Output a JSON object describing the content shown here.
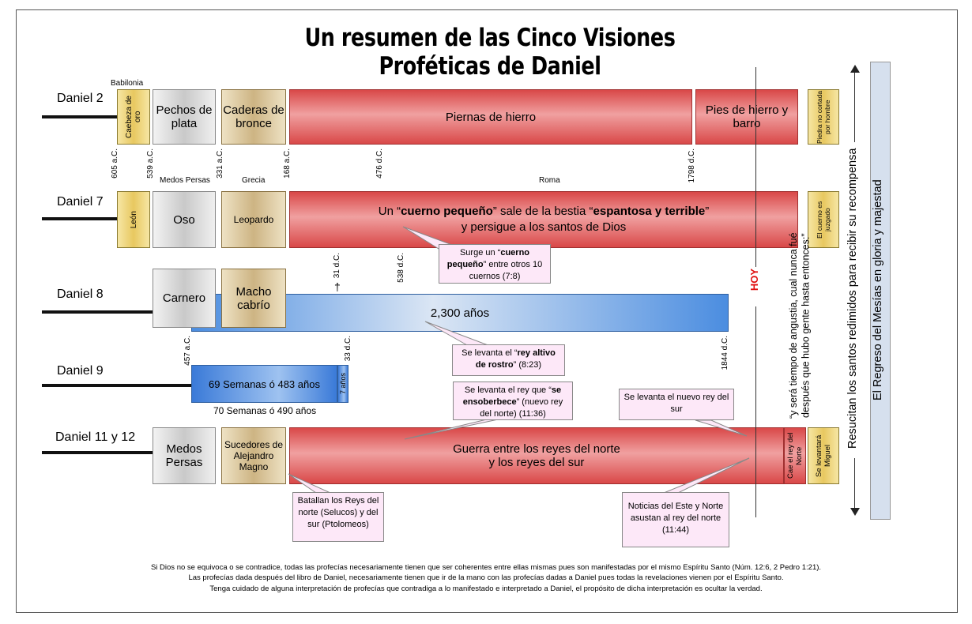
{
  "title": "Un resumen de las Cinco Visiones Proféticas de Daniel",
  "rows": {
    "d2": {
      "label": "Daniel 2",
      "header": "Babilonia",
      "gold": "Caebeza de oro",
      "silver": "Pechos de plata",
      "bronze": "Caderas de bronce",
      "iron": "Piernas de hierro",
      "feet": "Pies de hierro y barro",
      "stone": "Piedra no cortada por hombre",
      "dates": [
        "605 a.C.",
        "539 a.C.",
        "331 a.C.",
        "168 a.C.",
        "476 d.C.",
        "1798 d.C."
      ],
      "empires": [
        "Medos Persas",
        "Grecia",
        "Roma"
      ]
    },
    "d7": {
      "label": "Daniel 7",
      "lion": "León",
      "bear": "Oso",
      "leopard": "Leopardo",
      "beast_a": "Un “",
      "beast_b": "cuerno pequeño",
      "beast_c": "” sale de la bestia “",
      "beast_d": "espantosa y terrible",
      "beast_e": "”",
      "beast_line2": "y persigue a los santos de Dios",
      "judged": "El cuerno es juzgado",
      "dates": [
        "31 d.C.",
        "538 d.C."
      ],
      "callout_a": "Surge un “",
      "callout_b": "cuerno pequeño",
      "callout_c": "” entre otros 10 cuernos (7:8)"
    },
    "d8": {
      "label": "Daniel 8",
      "ram": "Carnero",
      "goat": "Macho cabrío",
      "years": "2,300 años",
      "cross": "†",
      "dates": [
        "457 a.C.",
        "33 d.C.",
        "1844 d.C."
      ],
      "callout_a": "Se levanta el “",
      "callout_b": "rey altivo de rostro",
      "callout_c": "” (8:23)"
    },
    "d9": {
      "label": "Daniel 9",
      "weeks69": "69 Semanas ó 483 años",
      "years7": "7 años",
      "weeks70": "70 Semanas ó 490 años"
    },
    "d11": {
      "label": "Daniel 11 y 12",
      "medes": "Medos Persas",
      "successors": "Sucedores de Alejandro Magno",
      "war_line1": "Guerra entre los reyes del norte",
      "war_line2": "y los reyes del sur",
      "fall": "Cae el rey del Norte",
      "michael": "Se levantará Miguel",
      "callout_north_a": "Se levanta el rey que “",
      "callout_north_b": "se ensoberbece",
      "callout_north_c": "” (nuevo rey del norte) (11:36)",
      "callout_south": "Se levanta el nuevo rey del sur",
      "callout_battle": "Batallan los Reys del norte (Selucos) y del sur (Ptolomeos)",
      "callout_news": "Noticias del Este y Norte asustan al rey del norte (11:44)"
    }
  },
  "hoy": "HOY",
  "tribulation": "“y será tiempo de angustia, cual nunca fué después que hubo gente hasta entonces:”",
  "resurrection": "Resucitan los santos redimidos para recibir su recompensa",
  "return": "El Regreso del Mesías en gloria y majestad",
  "footer": [
    "Si Dios no se equivoca o se contradice, todas las profecías necesariamente tienen que ser coherentes entre ellas mismas pues son manifestadas por el mismo Espíritu Santo (Núm. 12:6, 2 Pedro 1:21).",
    "Las profecías dada después del libro de Daniel, necesariamente tienen que ir de la mano con las profecías dadas a Daniel pues todas la revelaciones vienen por el Espíritu Santo.",
    "Tenga cuidado de alguna interpretación de profecías que contradiga a lo manifestado e interpretado a Daniel, el propósito de dicha interpretación es ocultar la verdad."
  ],
  "colors": {
    "red": "#d94848",
    "blue": "#4b8de0",
    "gold": "#e8c860",
    "tan": "#e3cbb6",
    "lightblue": "#d6e0ee",
    "hoy": "#e01010"
  }
}
